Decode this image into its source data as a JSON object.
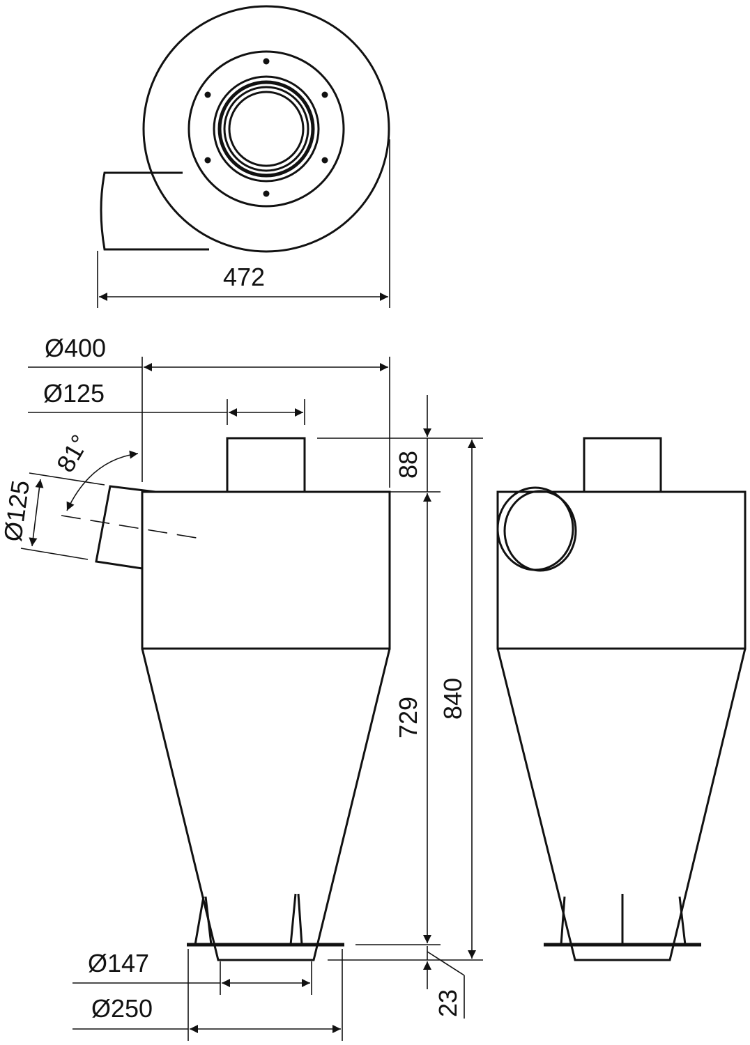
{
  "dimensions": {
    "width_top_view": "472",
    "diameter_body": "Ø400",
    "diameter_outlet": "Ø125",
    "angle_inlet": "81°",
    "diameter_inlet": "Ø125",
    "outlet_height": "88",
    "body_height": "729",
    "total_height": "840",
    "diameter_bottom_inner": "Ø147",
    "diameter_bottom_flange": "Ø250",
    "flange_height": "23"
  },
  "colors": {
    "line": "#111111",
    "background": "#ffffff"
  }
}
